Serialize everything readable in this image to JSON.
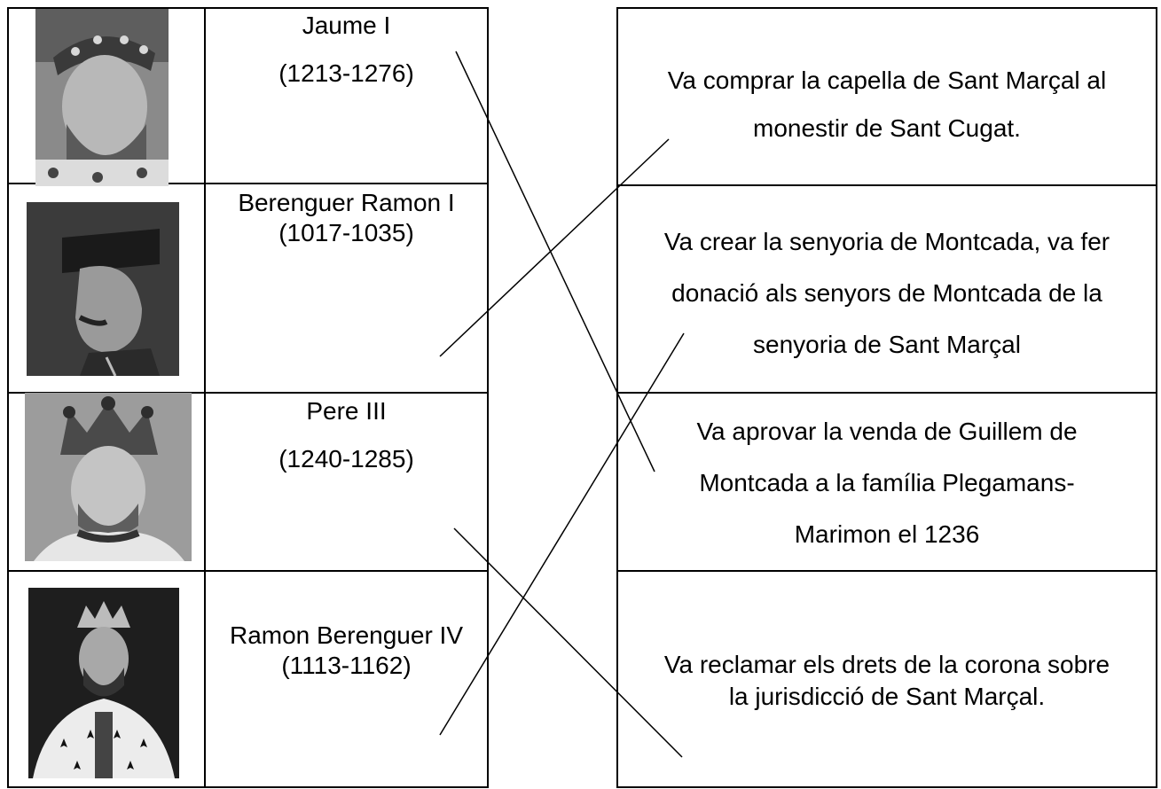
{
  "left_rows": [
    {
      "name": "Jaume I",
      "years": "(1213-1276)",
      "portrait": "king-portrait-crown"
    },
    {
      "name": "Berenguer  Ramon I",
      "years": "(1017-1035)",
      "portrait": "man-portrait-profile-hat"
    },
    {
      "name": "Pere III",
      "years": "(1240-1285)",
      "portrait": "king-portrait-crown"
    },
    {
      "name": "Ramon Berenguer IV",
      "years": "(1113-1162)",
      "portrait": "king-portrait-ermine"
    }
  ],
  "right_rows": [
    {
      "lines": [
        "Va comprar la capella de Sant Marçal al",
        "monestir de Sant Cugat."
      ]
    },
    {
      "lines": [
        "Va crear la senyoria de Montcada, va fer",
        "donació als senyors de Montcada de la",
        "senyoria de Sant Marçal"
      ]
    },
    {
      "lines": [
        "Va aprovar la venda de Guillem de",
        "Montcada a la família Plegamans-",
        "Marimon el 1236"
      ]
    },
    {
      "lines": [
        "Va reclamar els drets de la corona sobre",
        "la jurisdicció de Sant Marçal."
      ]
    }
  ]
}
